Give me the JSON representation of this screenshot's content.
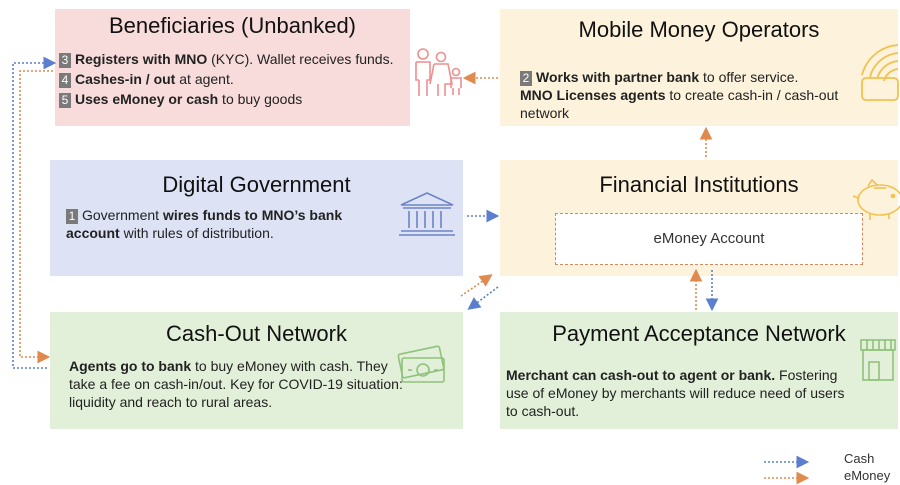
{
  "beneficiaries": {
    "title": "Beneficiaries (Unbanked)",
    "items": [
      {
        "num": "3",
        "bold": "Registers with MNO",
        "rest": " (KYC). Wallet receives funds."
      },
      {
        "num": "4",
        "bold": "Cashes-in / out",
        "rest": " at agent."
      },
      {
        "num": "5",
        "bold": "Uses eMoney or cash",
        "rest": " to buy goods"
      }
    ]
  },
  "mno": {
    "title": "Mobile Money Operators",
    "num": "2",
    "line1_bold": "Works with partner bank",
    "line1_rest": " to offer service.",
    "line2_bold": "MNO Licenses agents",
    "line2_rest": " to create cash-in / cash-out network"
  },
  "government": {
    "title": "Digital Government",
    "num": "1",
    "pre": "Government ",
    "bold": "wires funds to MNO’s bank account",
    "rest": " with rules of distribution."
  },
  "financial": {
    "title": "Financial Institutions",
    "account": "eMoney Account"
  },
  "cashout": {
    "title": "Cash-Out Network",
    "bold": "Agents go to bank",
    "rest": " to buy eMoney with cash. They take a fee on cash-in/out. Key for COVID-19 situation: liquidity and reach to rural areas."
  },
  "payment": {
    "title": "Payment Acceptance Network",
    "bold": "Merchant can cash-out to agent or bank.",
    "rest": " Fostering use of eMoney by merchants will reduce need of users to cash-out."
  },
  "legend": {
    "cash": "Cash",
    "emoney": "eMoney"
  },
  "colors": {
    "cash_arrow": "#5b7fce",
    "emoney_arrow": "#e08a4e",
    "icon_pink": "#f08e8e",
    "icon_gold": "#f2c14e",
    "icon_blue": "#6d83c9",
    "icon_green": "#8fc27a"
  },
  "icons": [
    "family-icon",
    "wireless-icon",
    "bank-icon",
    "piggy-bank-icon",
    "money-icon",
    "store-icon"
  ]
}
